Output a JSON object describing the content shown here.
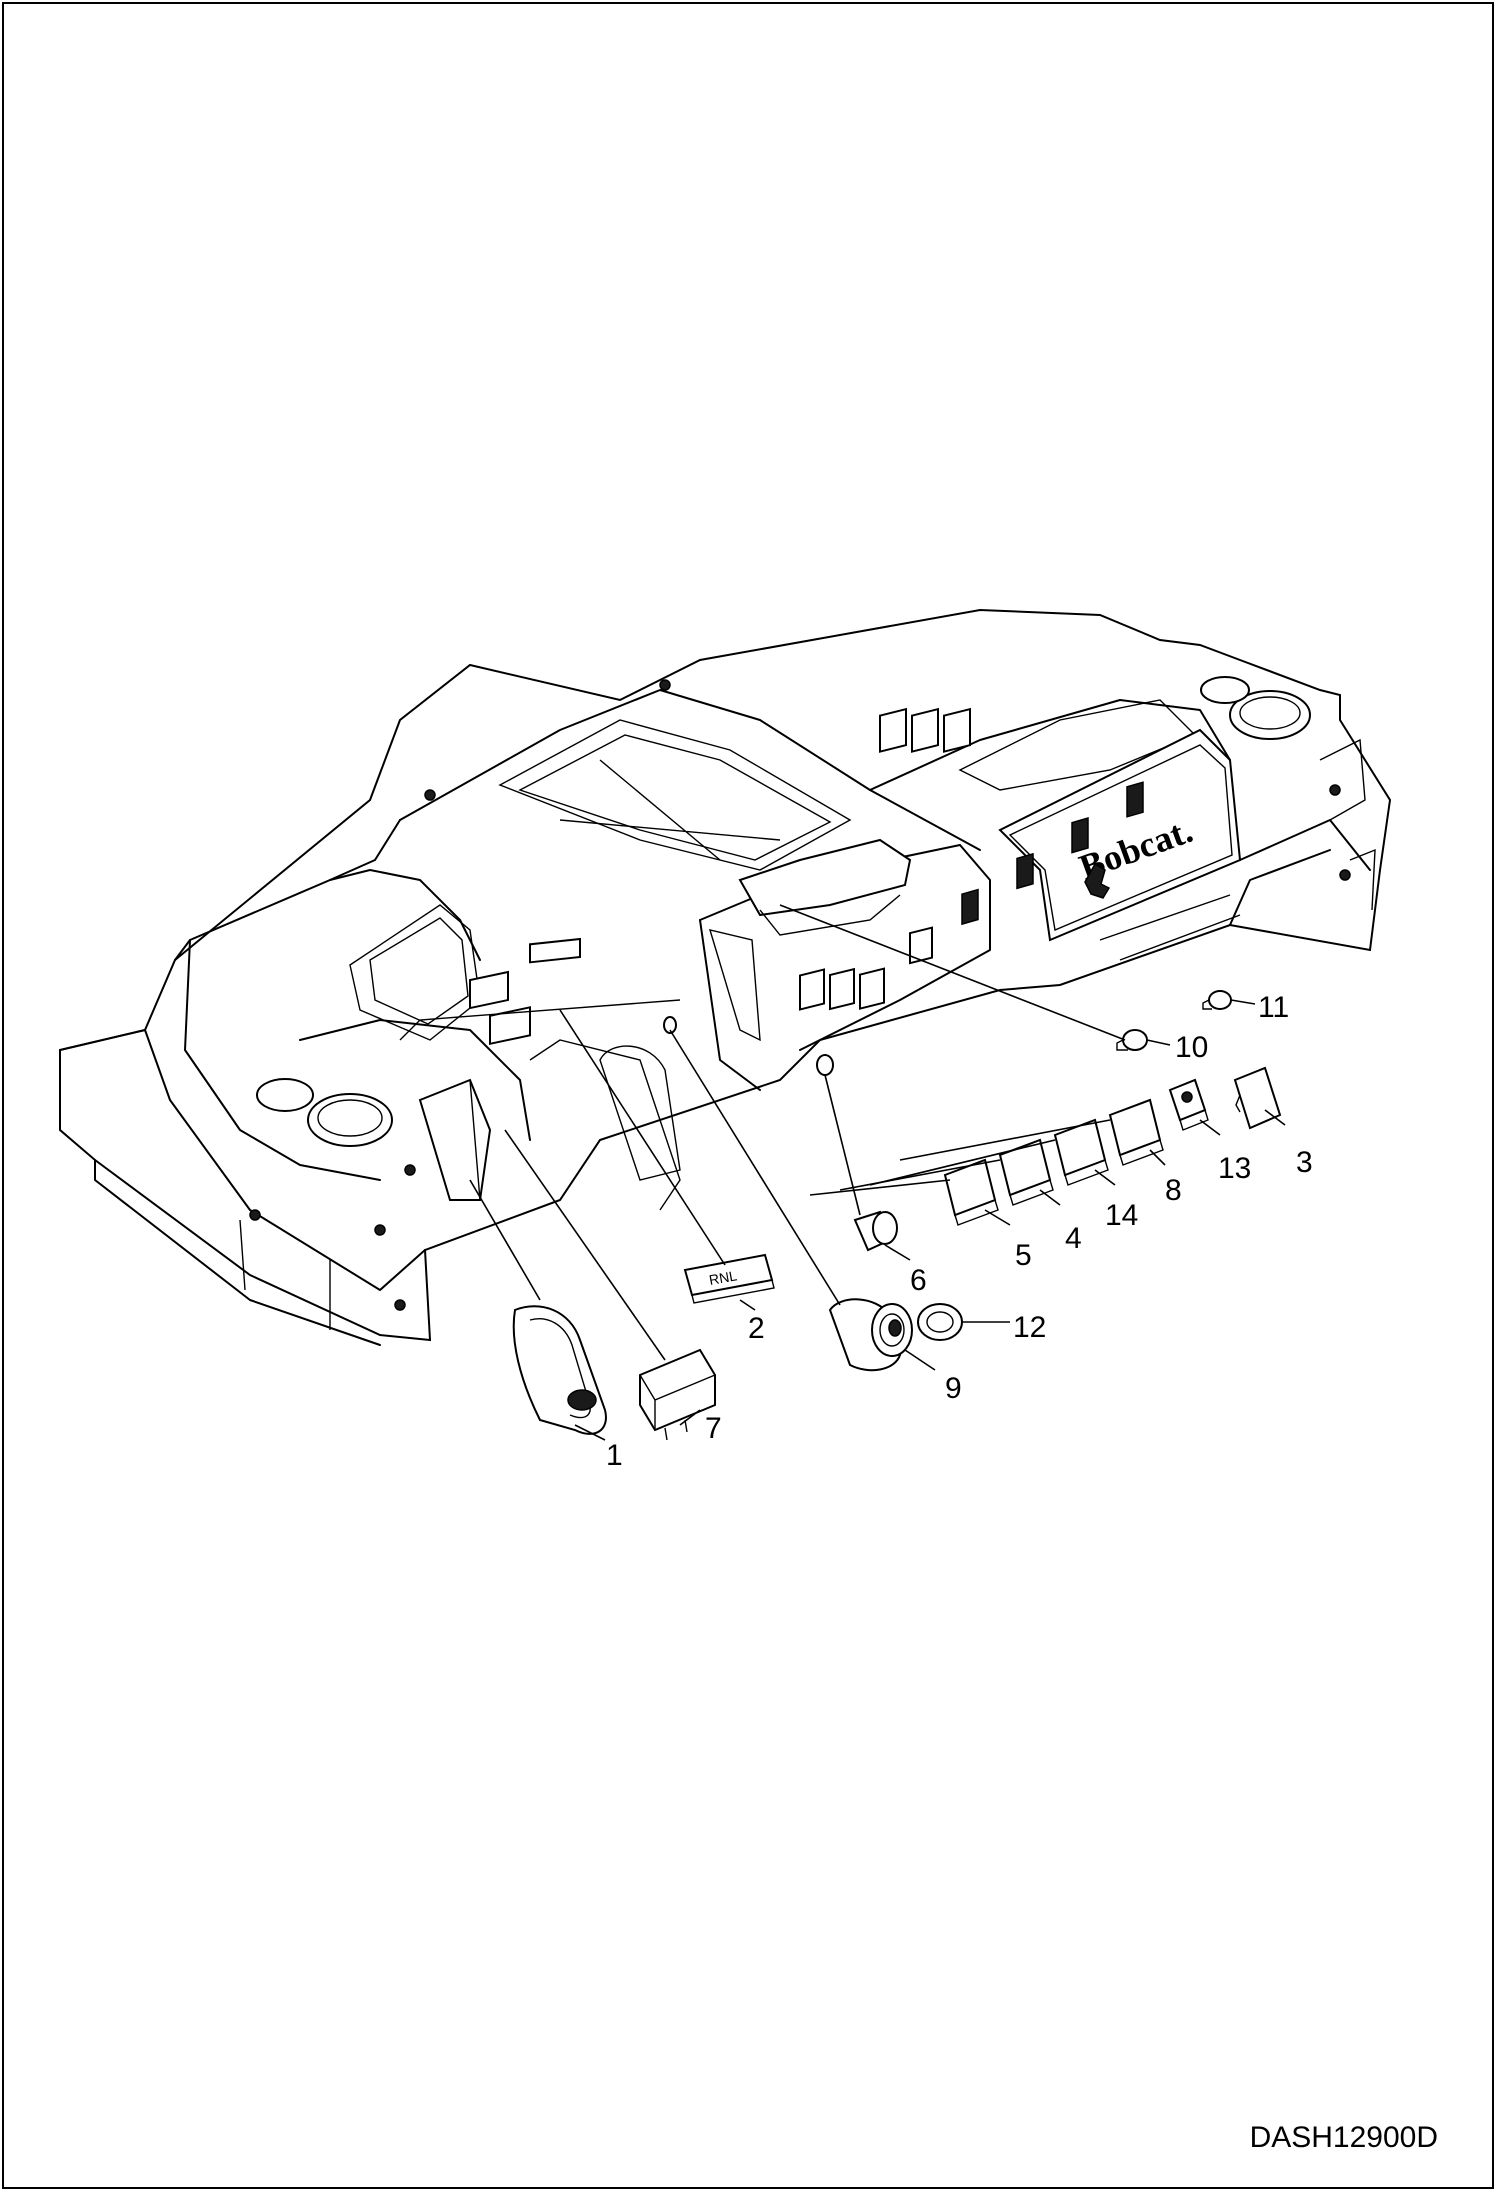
{
  "diagram": {
    "brand_text": "Bobcat.",
    "drawing_code": "DASH12900D",
    "callouts": [
      {
        "id": "1",
        "label": "1"
      },
      {
        "id": "2",
        "label": "2"
      },
      {
        "id": "3",
        "label": "3"
      },
      {
        "id": "4",
        "label": "4"
      },
      {
        "id": "5",
        "label": "5"
      },
      {
        "id": "6",
        "label": "6"
      },
      {
        "id": "7",
        "label": "7"
      },
      {
        "id": "8",
        "label": "8"
      },
      {
        "id": "9",
        "label": "9"
      },
      {
        "id": "10",
        "label": "10"
      },
      {
        "id": "11",
        "label": "11"
      },
      {
        "id": "12",
        "label": "12"
      },
      {
        "id": "13",
        "label": "13"
      },
      {
        "id": "14",
        "label": "14"
      }
    ],
    "switch_label": "RNL"
  }
}
